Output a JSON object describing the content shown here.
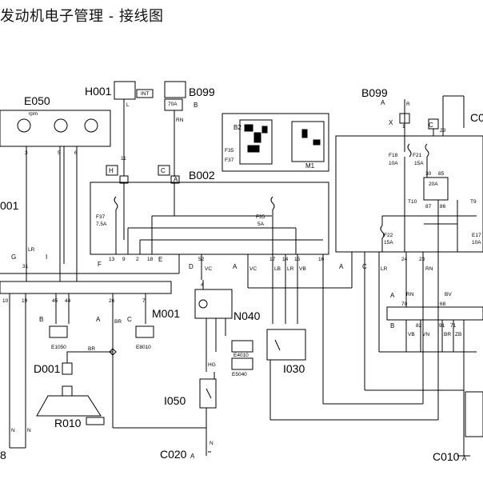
{
  "title": "发动机电子管理 - 接线图",
  "components": {
    "E050": "E050",
    "H001": "H001",
    "B099_top": "B099",
    "B099_right": "B099",
    "B002": "B002",
    "M001": "M001",
    "N040": "N040",
    "I030": "I030",
    "I050": "I050",
    "D001": "D001",
    "R010": "R010",
    "E1050": "E1050",
    "E8010": "E8010",
    "E4010": "E4010",
    "E5040": "E5040",
    "C020": "C020",
    "C010": "C010",
    "C0": "C0",
    "B2": "B2",
    "M1": "M1",
    "F35": "F35",
    "F37": "F37",
    "F18": "F18",
    "F21": "F21",
    "F22": "F22",
    "T10": "T10",
    "T9": "T9",
    "E17": "E17",
    "left_001": "001",
    "left_8": "8"
  },
  "connectors": {
    "H": "H",
    "C": "C",
    "B": "B",
    "A": "A",
    "G": "G",
    "I": "I",
    "F": "F",
    "E": "E",
    "D": "D",
    "X": "X",
    "INT": "INT",
    "fuse_70A": "70A"
  },
  "wire_labels": {
    "L": "L",
    "RN": "RN",
    "LR": "LR",
    "VC": "VC",
    "LB": "LB",
    "VB": "VB",
    "BR": "BR",
    "N": "N",
    "HG": "HG",
    "R": "R",
    "BV": "BV",
    "VN": "VN",
    "ZB": "ZB",
    "rpm": "rpm",
    "fuse_7_5A": "7,5A",
    "fuse_5A": "5A",
    "fuse_10A": "10A",
    "fuse_15A": "15A",
    "fuse_20A": "20A"
  },
  "pins": [
    "3",
    "5",
    "6",
    "11",
    "13",
    "9",
    "2",
    "18",
    "31",
    "52",
    "17",
    "14",
    "15",
    "16",
    "10",
    "19",
    "45",
    "44",
    "26",
    "7",
    "1",
    "4",
    "24",
    "23",
    "29",
    "30",
    "85",
    "87",
    "86",
    "70",
    "68",
    "82",
    "91",
    "71"
  ]
}
